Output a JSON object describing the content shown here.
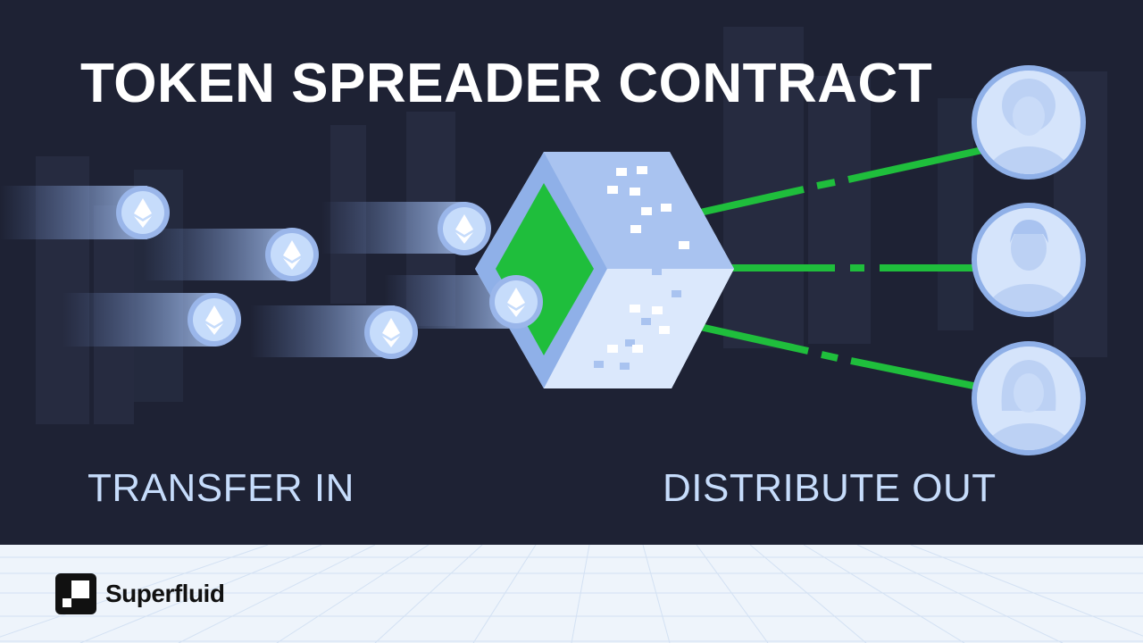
{
  "title": "TOKEN SPREADER CONTRACT",
  "labels": {
    "transfer_in": "TRANSFER IN",
    "distribute_out": "DISTRIBUTE OUT"
  },
  "brand": {
    "name": "Superfluid"
  },
  "icons": {
    "token": "ethereum-coin-icon",
    "contract": "contract-cube-icon",
    "recipient": "person-avatar-icon"
  },
  "colors": {
    "background": "#1e2234",
    "accent_green": "#1fbe3c",
    "coin_blue": "#c6dcfb",
    "footer": "#eef4fb"
  }
}
